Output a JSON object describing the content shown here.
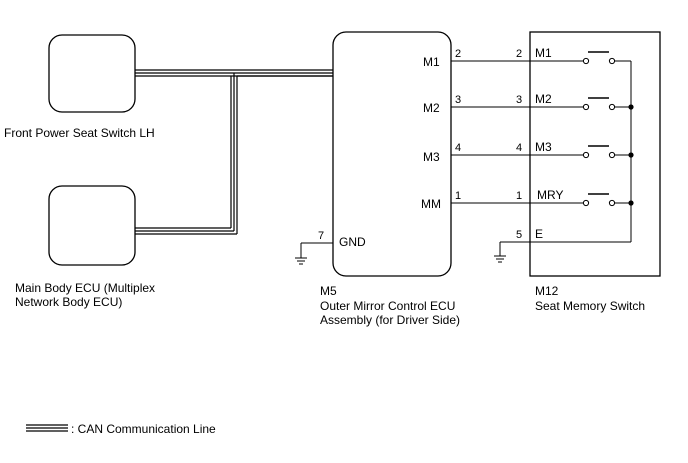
{
  "components": {
    "front_seat_switch": {
      "name": "Front Power Seat Switch LH"
    },
    "main_body_ecu": {
      "name_line1": "Main Body ECU (Multiplex",
      "name_line2": "Network Body ECU)"
    },
    "mirror_ecu": {
      "code": "M5",
      "name_line1": "Outer Mirror Control ECU",
      "name_line2": "Assembly (for Driver Side)",
      "pins": [
        {
          "label": "M1",
          "number": "2"
        },
        {
          "label": "M2",
          "number": "3"
        },
        {
          "label": "M3",
          "number": "4"
        },
        {
          "label": "MM",
          "number": "1"
        }
      ],
      "ground": {
        "label": "GND",
        "number": "7"
      }
    },
    "memory_switch": {
      "code": "M12",
      "name": "Seat Memory Switch",
      "pins": [
        {
          "label": "M1",
          "number": "2"
        },
        {
          "label": "M2",
          "number": "3"
        },
        {
          "label": "M3",
          "number": "4"
        },
        {
          "label": "MRY",
          "number": "1"
        }
      ],
      "ground": {
        "label": "E",
        "number": "5"
      }
    }
  },
  "legend": {
    "text": ": CAN Communication Line"
  }
}
